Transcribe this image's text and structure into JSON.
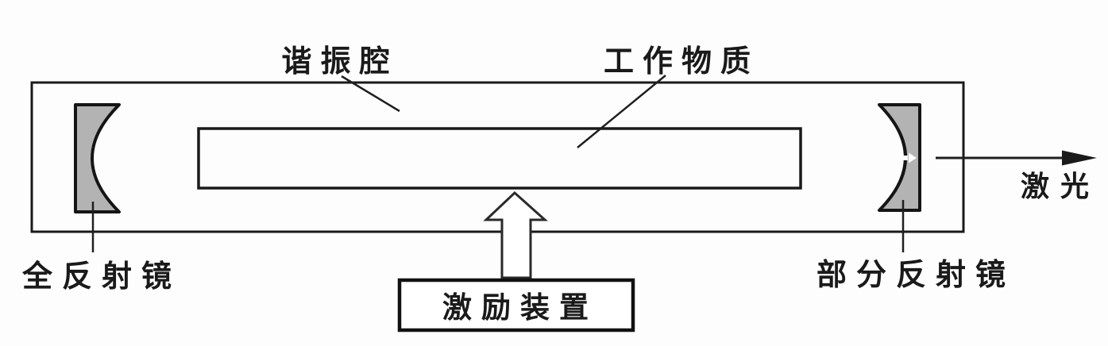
{
  "diagram": {
    "kind": "laser-structure-schematic",
    "labels": {
      "resonant_cavity": "谐振腔",
      "working_medium": "工作物质",
      "laser_output": "激光",
      "total_reflector": "全反射镜",
      "partial_reflector": "部分反射镜",
      "excitation_device": "激励装置"
    },
    "colors": {
      "background": "#fdfdfd",
      "line": "#1a1a1a",
      "mirror_fill": "#b3b3b3",
      "arrow_fill": "#ffffff"
    }
  }
}
